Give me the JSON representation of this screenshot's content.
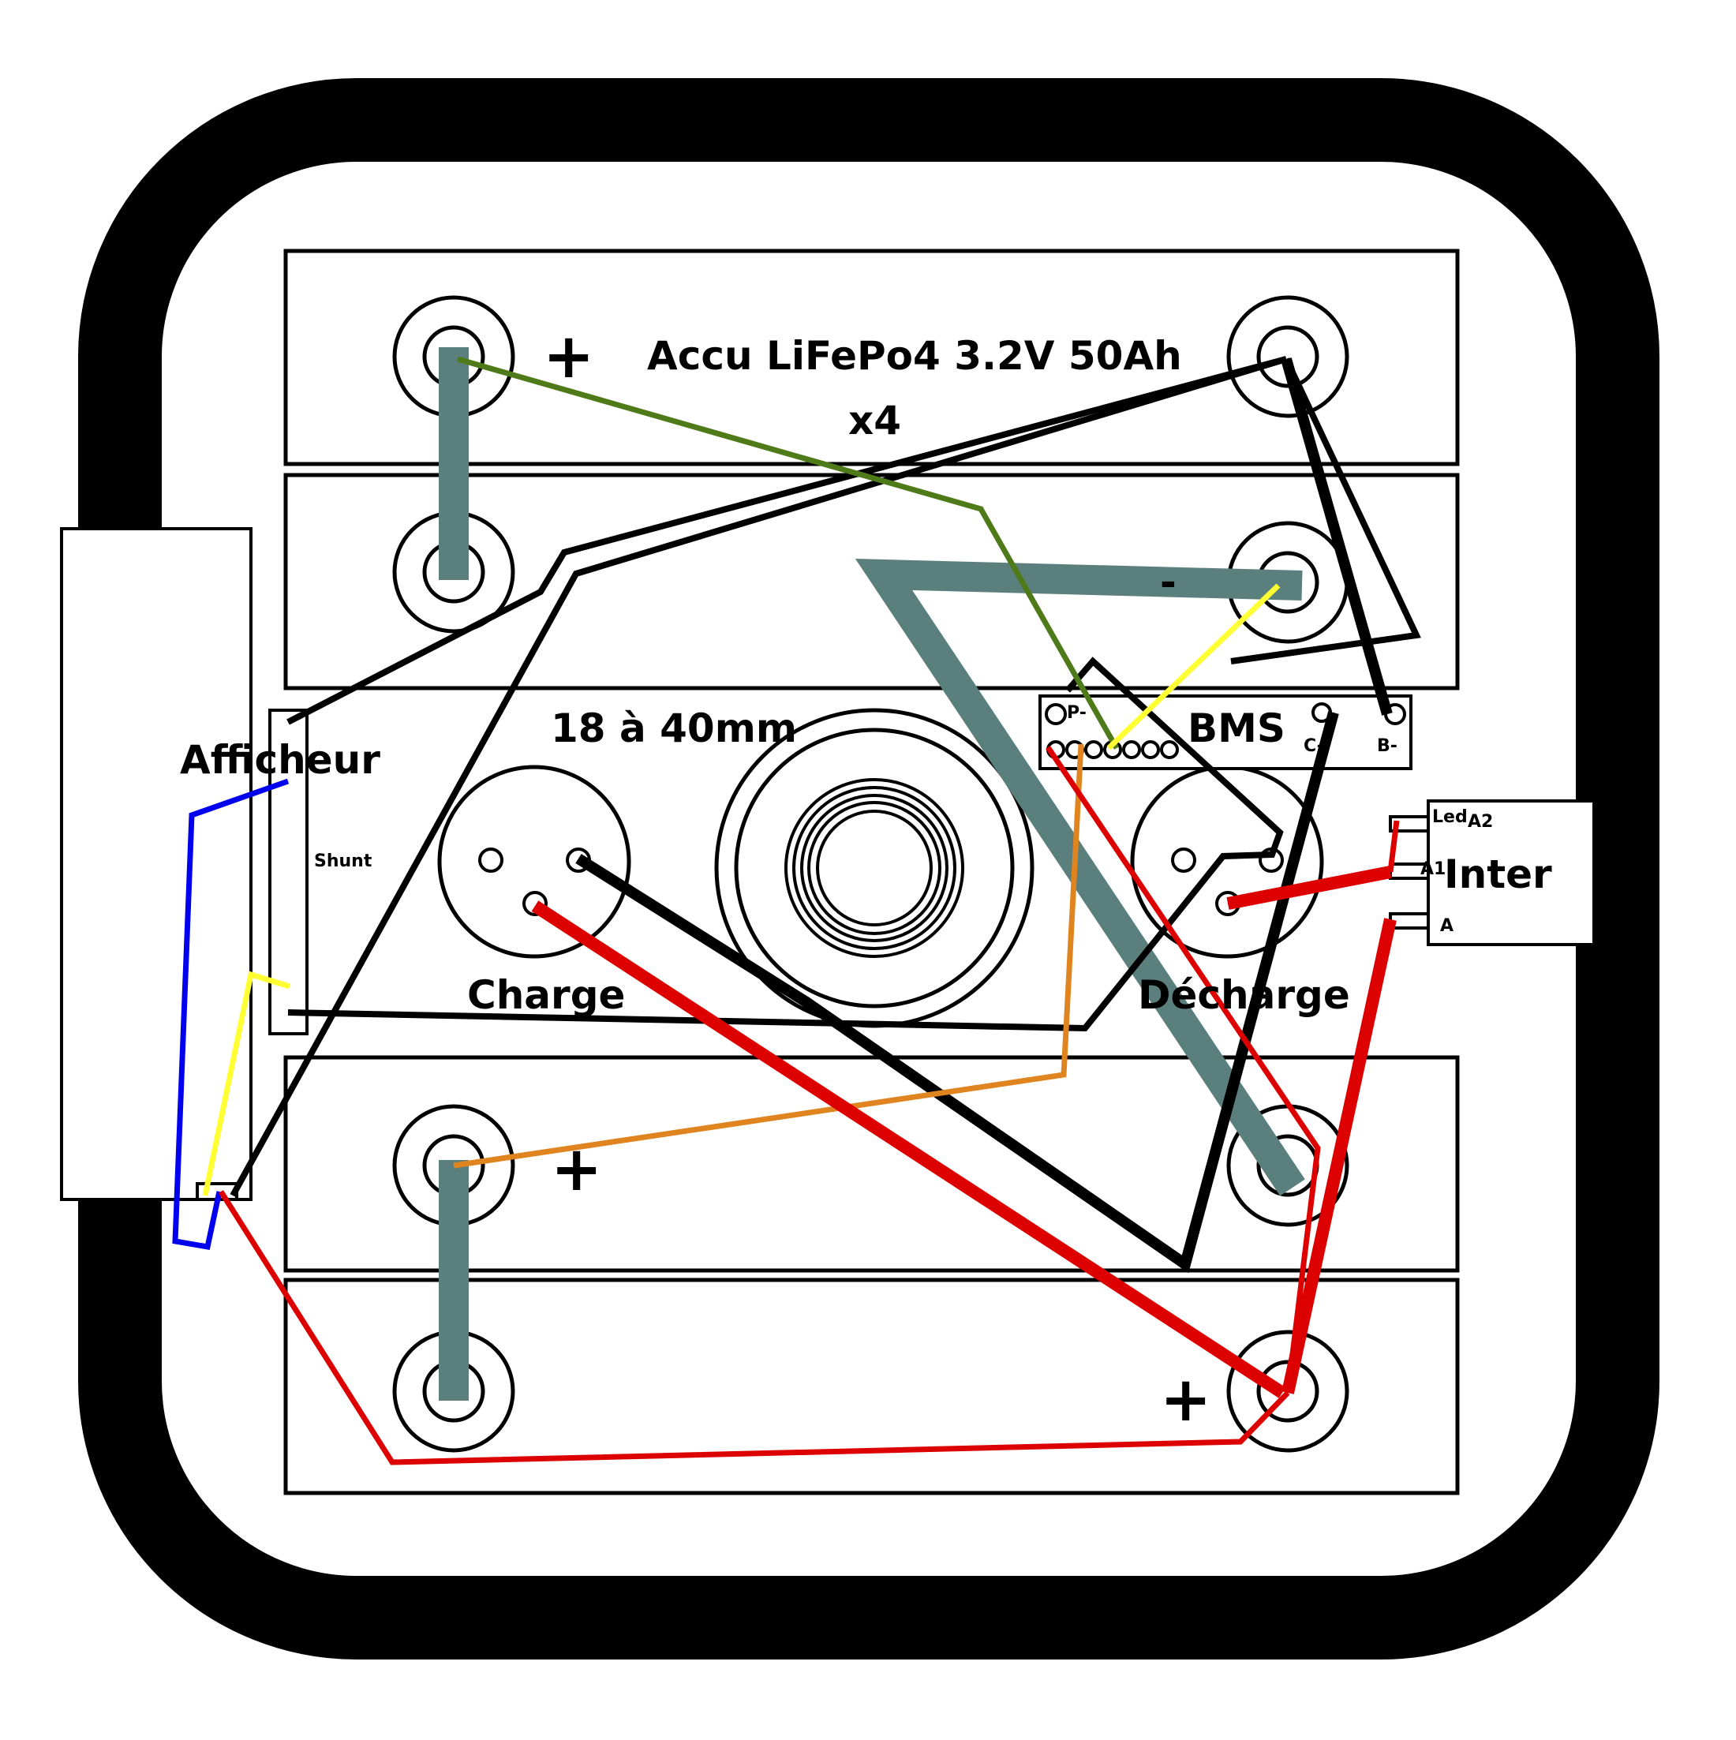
{
  "colors": {
    "frame": "#000000",
    "background": "#ffffff",
    "busbar": "#5b7f7c",
    "black_wire": "#000000",
    "red_wire": "#dd0000",
    "green_wire": "#4f7a1a",
    "yellow_wire": "#ffff33",
    "orange_wire": "#e08420",
    "blue_wire": "#0000ee"
  },
  "labels": {
    "battery": "Accu LiFePo4 3.2V 50Ah",
    "battery_count": "x4",
    "connector_size": "18 à 40mm",
    "bms": "BMS",
    "bms_p": "P-",
    "bms_c": "C-",
    "bms_b": "B-",
    "display": "Afficheur",
    "shunt": "Shunt",
    "charge": "Charge",
    "discharge": "Décharge",
    "switch": "Inter",
    "switch_led": "Led",
    "switch_a2": "A2",
    "switch_a1": "A1",
    "switch_a": "A",
    "plus": "+",
    "minus": "-"
  },
  "icons": {
    "terminal": "battery-terminal-icon",
    "socket": "xlr-socket-icon",
    "gland": "cable-gland-icon"
  }
}
